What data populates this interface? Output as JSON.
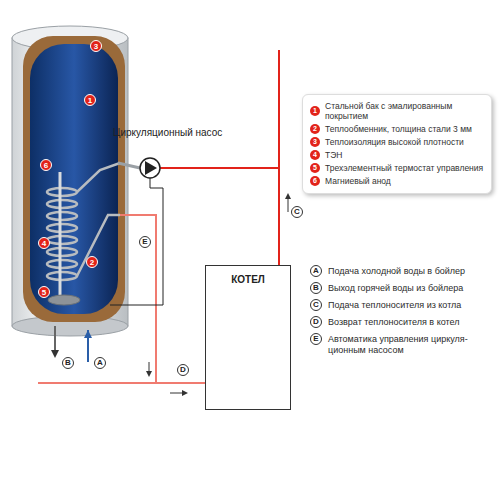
{
  "diagram": {
    "nodes": [
      {
        "text": [
          "1",
          "Стальной бак с эмалированным покрытием",
          "2",
          "Теплообменник, толщина стали 3 мм",
          "3",
          "Теплоизоляция высокой плотности",
          "4",
          "ТЭН",
          "5",
          "Трехэлементный термостат управления",
          "6",
          "Магниевый анод"
        ]
      },
      {
        "text": [
          "КОТЕЛ"
        ]
      }
    ],
    "labels": [
      "Циркуляционный насос",
      "3",
      "1",
      "6",
      "4",
      "2",
      "5",
      "B",
      "A",
      "C",
      "E",
      "D",
      "A",
      "Подача холодной воды в бойлер",
      "B",
      "Выход горячей воды из бойлера",
      "C",
      "Подача теплоносителя из котла",
      "D",
      "Возврат теплоносителя в котел",
      "E",
      "Автоматика управления циркуля- ционным насосом"
    ]
  }
}
